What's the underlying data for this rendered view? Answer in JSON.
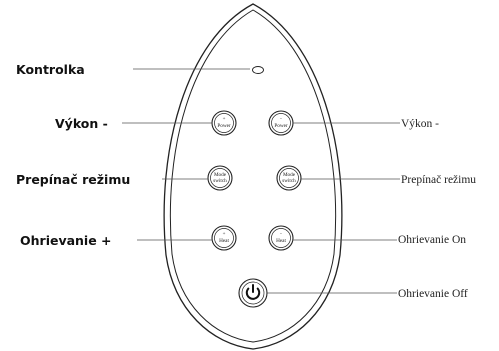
{
  "labels_left": {
    "indicator": "Kontrolka",
    "power": "Výkon -",
    "mode": "Prepínač režimu",
    "heat": "Ohrievanie +"
  },
  "labels_right": {
    "power": "Výkon -",
    "mode": "Prepínač režimu",
    "heat": "Ohrievanie On",
    "off": "Ohrievanie Off"
  },
  "buttons": {
    "power_left": {
      "symbol": "+",
      "text": "Power"
    },
    "power_right": {
      "symbol": "-",
      "text": "Power"
    },
    "mode_left": {
      "line1": "Mode",
      "line2": "switch"
    },
    "mode_right": {
      "line1": "Mode",
      "line2": "switch"
    },
    "heat_left": {
      "symbol": "+",
      "text": "Heat"
    },
    "heat_right": {
      "symbol": "-",
      "text": "Heat"
    }
  },
  "icons": {
    "off_button": "power-icon",
    "indicator": "led-indicator-icon"
  }
}
